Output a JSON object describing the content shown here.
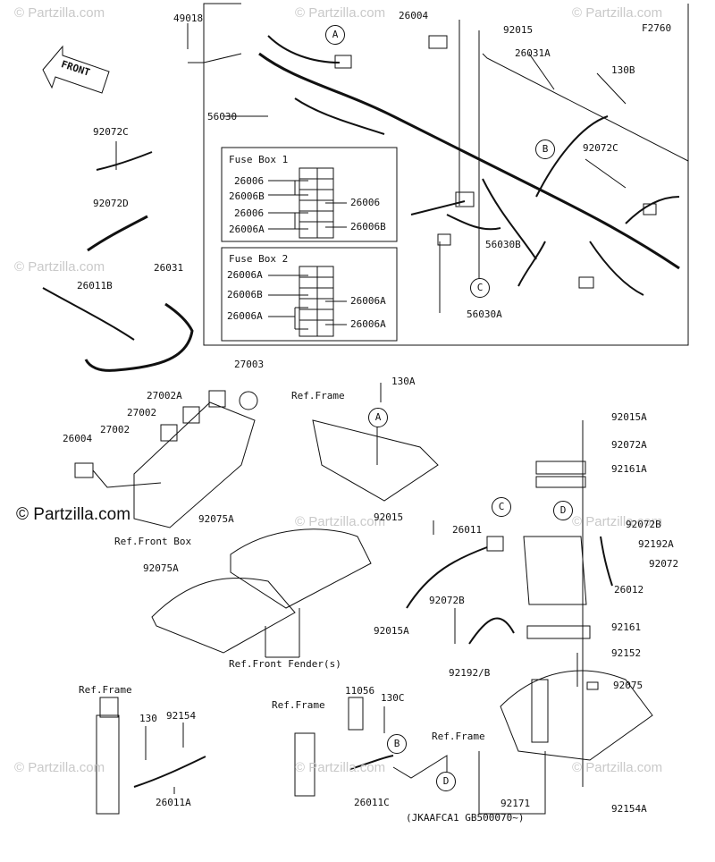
{
  "watermark": "© Partzilla.com",
  "watermark_main": "© Partzilla.com",
  "figure_code": "F2760",
  "front_label": "FRONT",
  "fuse_box_1": {
    "title": "Fuse Box 1",
    "left": [
      "26006",
      "26006B",
      "26006",
      "26006A"
    ],
    "right": [
      "26006",
      "26006B"
    ]
  },
  "fuse_box_2": {
    "title": "Fuse Box 2",
    "left": [
      "26006A",
      "26006B",
      "26006A"
    ],
    "right": [
      "26006A",
      "26006A"
    ]
  },
  "callouts": [
    "A",
    "B",
    "C",
    "D"
  ],
  "parts": {
    "p49018": "49018",
    "p26004_top": "26004",
    "p92015_top": "92015",
    "p26031A": "26031A",
    "p130B": "130B",
    "p56030": "56030",
    "p92072C_left": "92072C",
    "p92072C_right": "92072C",
    "p92072D": "92072D",
    "p26031": "26031",
    "p26011B": "26011B",
    "p56030B": "56030B",
    "p56030A": "56030A",
    "p27003": "27003",
    "p27002A": "27002A",
    "p27002_a": "27002",
    "p27002_b": "27002",
    "p26004": "26004",
    "ref_front_box": "Ref.Front Box",
    "p130A": "130A",
    "ref_frame_1": "Ref.Frame",
    "p92015A_top": "92015A",
    "p92072A": "92072A",
    "p92161A": "92161A",
    "p92015": "92015",
    "p26011": "26011",
    "p92072B_right": "92072B",
    "p92192A": "92192A",
    "p92072": "92072",
    "p26012": "26012",
    "p92075A_1": "92075A",
    "p92075A_2": "92075A",
    "p92015A": "92015A",
    "p92072B": "92072B",
    "p92161": "92161",
    "p92192B": "92192/B",
    "p92152": "92152",
    "ref_front_fender": "Ref.Front Fender(s)",
    "p92075": "92075",
    "ref_frame_2": "Ref.Frame",
    "p130": "130",
    "p92154": "92154",
    "p26011A": "26011A",
    "p130C": "130C",
    "p11056": "11056",
    "ref_frame_3": "Ref.Frame",
    "p26011C": "26011C",
    "ref_frame_4": "Ref.Frame",
    "p92171": "92171",
    "serial_note": "(JKAAFCA1 GB500070~)",
    "p92154A": "92154A"
  }
}
